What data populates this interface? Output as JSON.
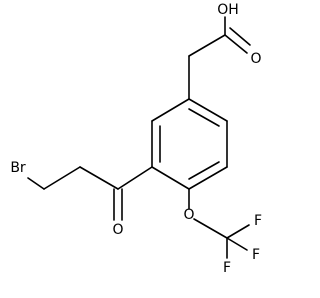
{
  "molecule": {
    "atoms": {
      "hydroxyl": "OH",
      "acid_carbonyl_o": "O",
      "bromine": "Br",
      "ketone_o": "O",
      "ether_o": "O",
      "fluorine_top": "F",
      "fluorine_right": "F",
      "fluorine_bottom": "F"
    }
  }
}
